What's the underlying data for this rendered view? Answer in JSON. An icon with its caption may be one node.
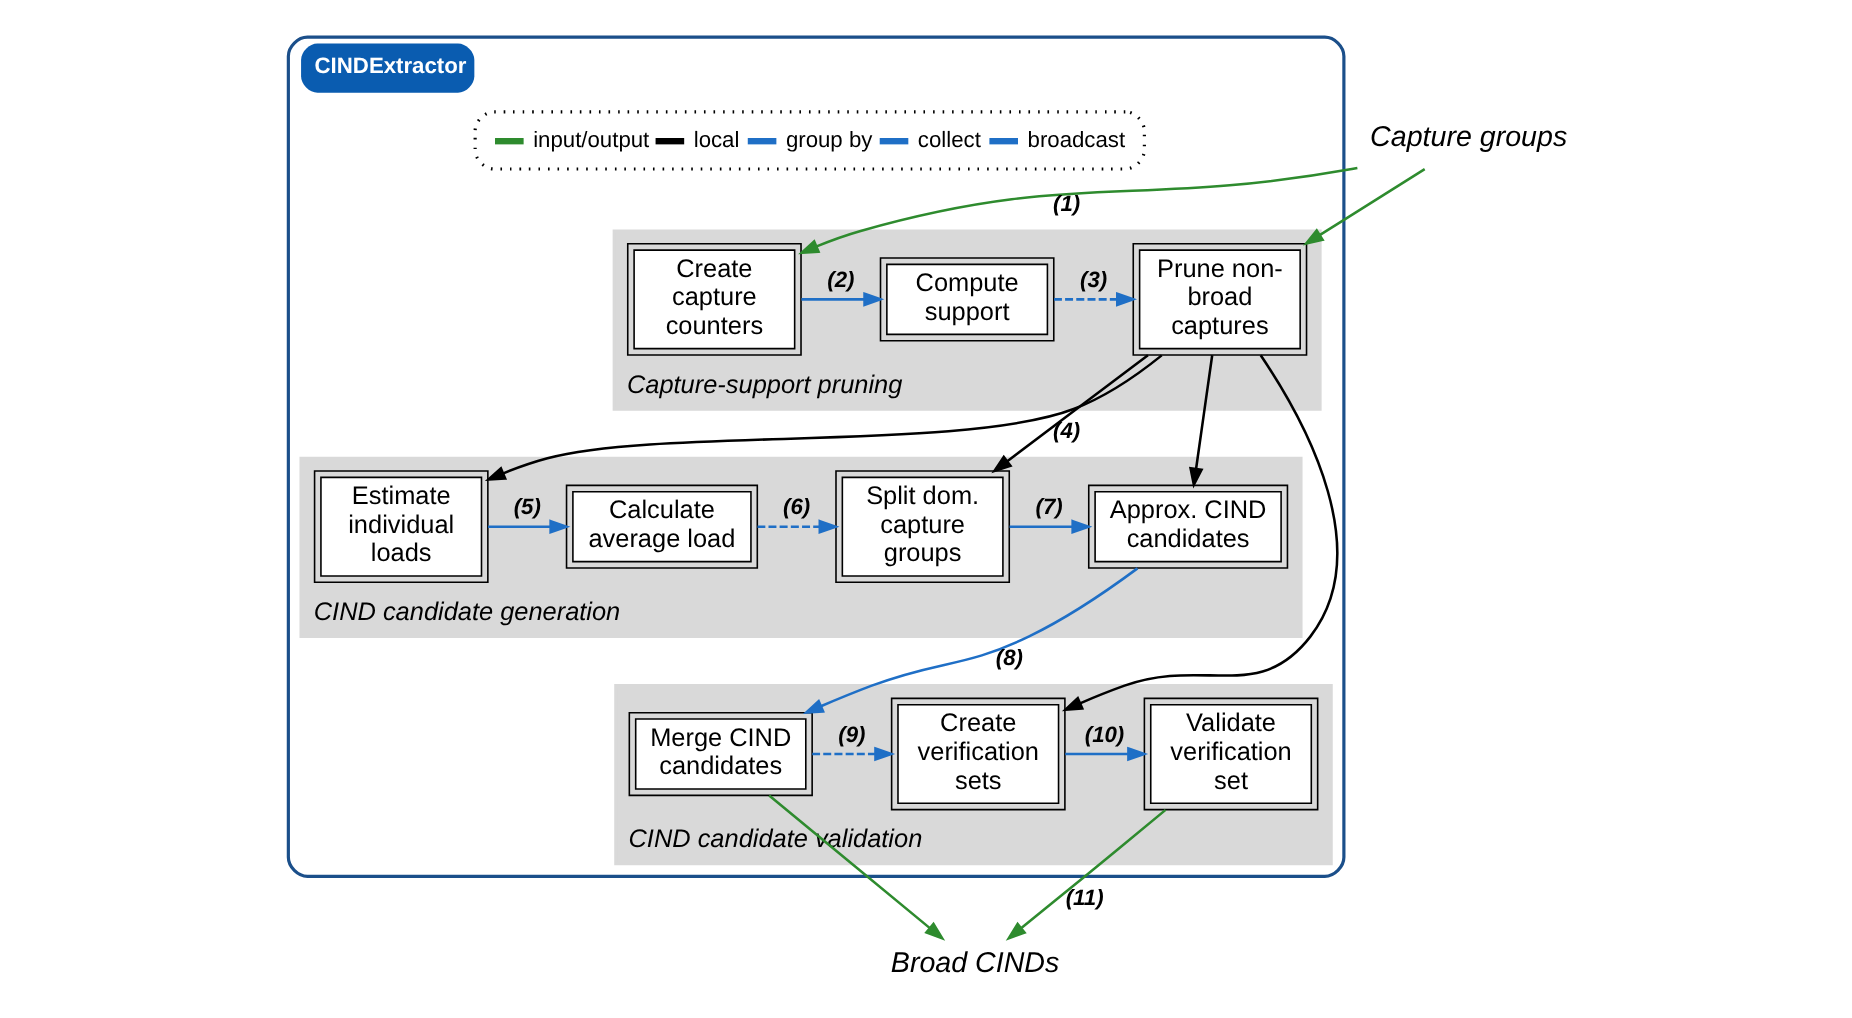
{
  "diagram": {
    "nodes": [
      {
        "text": [
          "CINDExtractor"
        ]
      },
      {
        "text": [
          "Capture-support pruning"
        ],
        "in": 0
      },
      {
        "text": [
          "Create capture counters"
        ],
        "in": 1
      },
      {
        "text": [
          "Compute support"
        ],
        "in": 1
      },
      {
        "text": [
          "Prune non-broad captures"
        ],
        "in": 1
      },
      {
        "text": [
          "CIND candidate generation"
        ],
        "in": 0
      },
      {
        "text": [
          "Estimate individual loads"
        ],
        "in": 5
      },
      {
        "text": [
          "Calculate average load"
        ],
        "in": 5
      },
      {
        "text": [
          "Split dom. capture groups"
        ],
        "in": 5
      },
      {
        "text": [
          "Approx. CIND candidates"
        ],
        "in": 5
      },
      {
        "text": [
          "CIND candidate validation"
        ],
        "in": 0
      },
      {
        "text": [
          "Merge CIND candidates"
        ],
        "in": 10
      },
      {
        "text": [
          "Create verification sets"
        ],
        "in": 10
      },
      {
        "text": [
          "Validate verification set"
        ],
        "in": 10
      },
      {
        "text": [
          "Capture groups"
        ]
      },
      {
        "text": [
          "Broad CINDs"
        ]
      }
    ],
    "edges": [
      {
        "from": 14,
        "to": 2,
        "arrow": "to",
        "label": "(1)",
        "color": "#2e8b2e"
      },
      {
        "from": 14,
        "to": 4,
        "arrow": "to",
        "color": "#2e8b2e"
      },
      {
        "from": 2,
        "to": 3,
        "arrow": "to",
        "label": "(2)",
        "color": "#1f6fc6"
      },
      {
        "from": 3,
        "to": 4,
        "arrow": "to",
        "label": "(3)",
        "style": "dashed",
        "color": "#1f6fc6"
      },
      {
        "from": 4,
        "to": 8,
        "arrow": "to",
        "label": "(4)",
        "color": "#000000"
      },
      {
        "from": 4,
        "to": 9,
        "arrow": "to",
        "color": "#000000"
      },
      {
        "from": 4,
        "to": 6,
        "arrow": "to",
        "color": "#000000"
      },
      {
        "from": 4,
        "to": 12,
        "arrow": "to",
        "color": "#000000"
      },
      {
        "from": 6,
        "to": 7,
        "arrow": "to",
        "label": "(5)",
        "color": "#1f6fc6"
      },
      {
        "from": 7,
        "to": 8,
        "arrow": "to",
        "label": "(6)",
        "style": "dashed",
        "color": "#1f6fc6"
      },
      {
        "from": 8,
        "to": 9,
        "arrow": "to",
        "label": "(7)",
        "color": "#1f6fc6"
      },
      {
        "from": 9,
        "to": 11,
        "arrow": "to",
        "label": "(8)",
        "color": "#1f6fc6"
      },
      {
        "from": 11,
        "to": 12,
        "arrow": "to",
        "label": "(9)",
        "style": "dashed",
        "color": "#1f6fc6"
      },
      {
        "from": 12,
        "to": 13,
        "arrow": "to",
        "label": "(10)",
        "color": "#1f6fc6"
      },
      {
        "from": 13,
        "to": 15,
        "arrow": "to",
        "label": "(11)",
        "color": "#2e8b2e"
      },
      {
        "from": 11,
        "to": 15,
        "arrow": "to",
        "color": "#2e8b2e"
      }
    ],
    "legend": [
      {
        "text": "input/output"
      },
      {
        "text": "local"
      },
      {
        "text": "group by"
      },
      {
        "text": "collect"
      },
      {
        "text": "broadcast"
      }
    ]
  }
}
